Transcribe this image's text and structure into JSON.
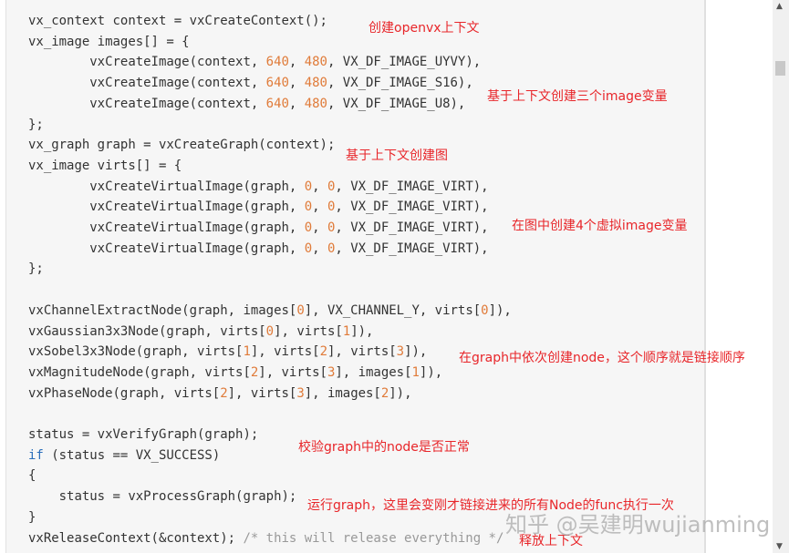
{
  "code_lines": [
    [
      [
        "vx_context context = vxCreateContext();",
        ""
      ]
    ],
    [
      [
        "vx_image images[] = {",
        ""
      ]
    ],
    [
      [
        "        vxCreateImage(context, ",
        ""
      ],
      [
        "640",
        "num"
      ],
      [
        ", ",
        ""
      ],
      [
        "480",
        "num"
      ],
      [
        ", VX_DF_IMAGE_UYVY),",
        ""
      ]
    ],
    [
      [
        "        vxCreateImage(context, ",
        ""
      ],
      [
        "640",
        "num"
      ],
      [
        ", ",
        ""
      ],
      [
        "480",
        "num"
      ],
      [
        ", VX_DF_IMAGE_S16),",
        ""
      ]
    ],
    [
      [
        "        vxCreateImage(context, ",
        ""
      ],
      [
        "640",
        "num"
      ],
      [
        ", ",
        ""
      ],
      [
        "480",
        "num"
      ],
      [
        ", VX_DF_IMAGE_U8),",
        ""
      ]
    ],
    [
      [
        "};",
        ""
      ]
    ],
    [
      [
        "vx_graph graph = vxCreateGraph(context);",
        ""
      ]
    ],
    [
      [
        "vx_image virts[] = {",
        ""
      ]
    ],
    [
      [
        "        vxCreateVirtualImage(graph, ",
        ""
      ],
      [
        "0",
        "num"
      ],
      [
        ", ",
        ""
      ],
      [
        "0",
        "num"
      ],
      [
        ", VX_DF_IMAGE_VIRT),",
        ""
      ]
    ],
    [
      [
        "        vxCreateVirtualImage(graph, ",
        ""
      ],
      [
        "0",
        "num"
      ],
      [
        ", ",
        ""
      ],
      [
        "0",
        "num"
      ],
      [
        ", VX_DF_IMAGE_VIRT),",
        ""
      ]
    ],
    [
      [
        "        vxCreateVirtualImage(graph, ",
        ""
      ],
      [
        "0",
        "num"
      ],
      [
        ", ",
        ""
      ],
      [
        "0",
        "num"
      ],
      [
        ", VX_DF_IMAGE_VIRT),",
        ""
      ]
    ],
    [
      [
        "        vxCreateVirtualImage(graph, ",
        ""
      ],
      [
        "0",
        "num"
      ],
      [
        ", ",
        ""
      ],
      [
        "0",
        "num"
      ],
      [
        ", VX_DF_IMAGE_VIRT),",
        ""
      ]
    ],
    [
      [
        "};",
        ""
      ]
    ],
    [
      [
        "",
        ""
      ]
    ],
    [
      [
        "vxChannelExtractNode(graph, images[",
        ""
      ],
      [
        "0",
        "num"
      ],
      [
        "], VX_CHANNEL_Y, virts[",
        ""
      ],
      [
        "0",
        "num"
      ],
      [
        "]),",
        ""
      ]
    ],
    [
      [
        "vxGaussian3x3Node(graph, virts[",
        ""
      ],
      [
        "0",
        "num"
      ],
      [
        "], virts[",
        ""
      ],
      [
        "1",
        "num"
      ],
      [
        "]),",
        ""
      ]
    ],
    [
      [
        "vxSobel3x3Node(graph, virts[",
        ""
      ],
      [
        "1",
        "num"
      ],
      [
        "], virts[",
        ""
      ],
      [
        "2",
        "num"
      ],
      [
        "], virts[",
        ""
      ],
      [
        "3",
        "num"
      ],
      [
        "]),",
        ""
      ]
    ],
    [
      [
        "vxMagnitudeNode(graph, virts[",
        ""
      ],
      [
        "2",
        "num"
      ],
      [
        "], virts[",
        ""
      ],
      [
        "3",
        "num"
      ],
      [
        "], images[",
        ""
      ],
      [
        "1",
        "num"
      ],
      [
        "]),",
        ""
      ]
    ],
    [
      [
        "vxPhaseNode(graph, virts[",
        ""
      ],
      [
        "2",
        "num"
      ],
      [
        "], virts[",
        ""
      ],
      [
        "3",
        "num"
      ],
      [
        "], images[",
        ""
      ],
      [
        "2",
        "num"
      ],
      [
        "]),",
        ""
      ]
    ],
    [
      [
        "",
        ""
      ]
    ],
    [
      [
        "status = vxVerifyGraph(graph);",
        ""
      ]
    ],
    [
      [
        "if",
        "kw"
      ],
      [
        " (status == VX_SUCCESS)",
        ""
      ]
    ],
    [
      [
        "{",
        ""
      ]
    ],
    [
      [
        "    status = vxProcessGraph(graph);",
        ""
      ]
    ],
    [
      [
        "}",
        ""
      ]
    ],
    [
      [
        "vxReleaseContext(&context); ",
        ""
      ],
      [
        "/* this will release everything */",
        "cm"
      ]
    ]
  ],
  "annotations": {
    "create_context": "创建openvx上下文",
    "create_images": "基于上下文创建三个image变量",
    "create_graph": "基于上下文创建图",
    "create_virtual": "在图中创建4个虚拟image变量",
    "create_nodes": "在graph中依次创建node，这个顺序就是链接顺序",
    "verify": "校验graph中的node是否正常",
    "process": "运行graph，这里会变刚才链接进来的所有Node的func执行一次",
    "release": "释放上下文"
  },
  "watermark": "知乎 @吴建明wujianming",
  "colors": {
    "annotation": "#e8262a",
    "number": "#e07b39",
    "keyword": "#2a6ebb",
    "comment": "#999999"
  }
}
